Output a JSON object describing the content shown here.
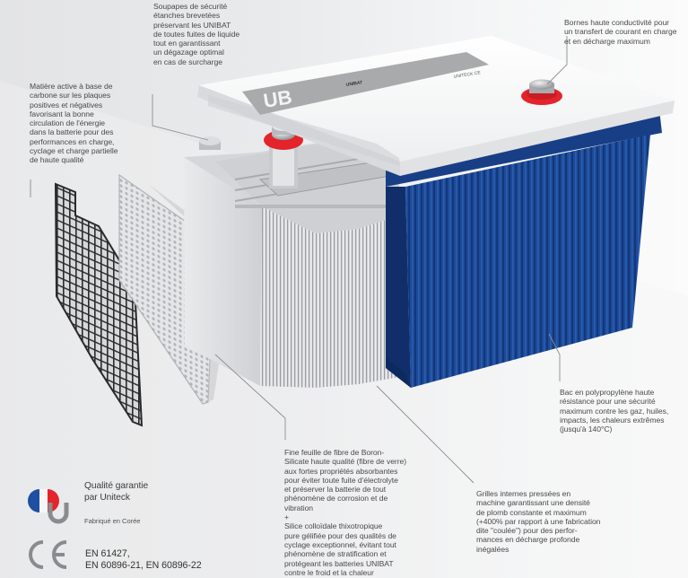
{
  "diagram": {
    "subject": "UNIBAT battery exploded view",
    "brand_colors": {
      "case_blue": "#1e4a96",
      "terminal_red": "#e3242b",
      "lid_white": "#f4f4f4",
      "lid_label_grey": "#a9aaac",
      "text_grey": "#4a4a4c",
      "flag_blue": "#1f4fa2",
      "flag_red": "#e3242b"
    },
    "lid": {
      "logo_mark": "UB",
      "brand_text": "UNIBAT",
      "manufacturer_text": "UNITECK"
    },
    "callouts": [
      {
        "id": "valves",
        "text": "Soupapes de sécurité\nétanches brevetées\npréservant les UNIBAT\nde toutes fuites de liquide\ntout en garantissant\nun dégazage optimal\nen cas de surcharge"
      },
      {
        "id": "terminals",
        "text": "Bornes haute conductivité pour\nun transfert de courant en charge\net en décharge maximum"
      },
      {
        "id": "active-material",
        "text": "Matière active à base de\ncarbone sur les plaques\npositives et négatives\nfavorisant la bonne\ncirculation de l'énergie\ndans la batterie pour des\nperformances en charge,\ncyclage et charge partielle\nde haute qualité"
      },
      {
        "id": "case",
        "text": "Bac en polypropylène haute\nrésistance pour une sécurité\nmaximum contre les gaz, huiles,\nimpacts, les chaleurs extrêmes\n(jusqu'à 140°C)"
      },
      {
        "id": "separator",
        "text": "Fine feuille de fibre de Boron-\nSilicate haute qualité (fibre de verre)\naux fortes propriétés absorbantes\npour éviter toute fuite d'électrolyte\net préserver la batterie de tout\nphénomène de corrosion et de\nvibration\n+\nSilice colloïdale thixotropique\npure gélifiée pour des qualités de\ncyclage exceptionnel, évitant tout\nphénomène de stratification et\nprotégeant les batteries UNIBAT\ncontre le froid et la chaleur"
      },
      {
        "id": "grids",
        "text": "Grilles internes pressées en\nmachine garantissant une densité\nde plomb constante et maximum\n(+400% par rapport à une fabrication\ndite \"coulée\") pour des perfor-\nmances en décharge profonde\ninégalées"
      }
    ],
    "quality": {
      "title": "Qualité garantie\npar Uniteck",
      "origin": "Fabriqué en Corée",
      "icon": "france-flag-u-logo"
    },
    "certification": {
      "mark": "CE",
      "standards": "EN 61427,\nEN 60896-21, EN 60896-22"
    }
  }
}
